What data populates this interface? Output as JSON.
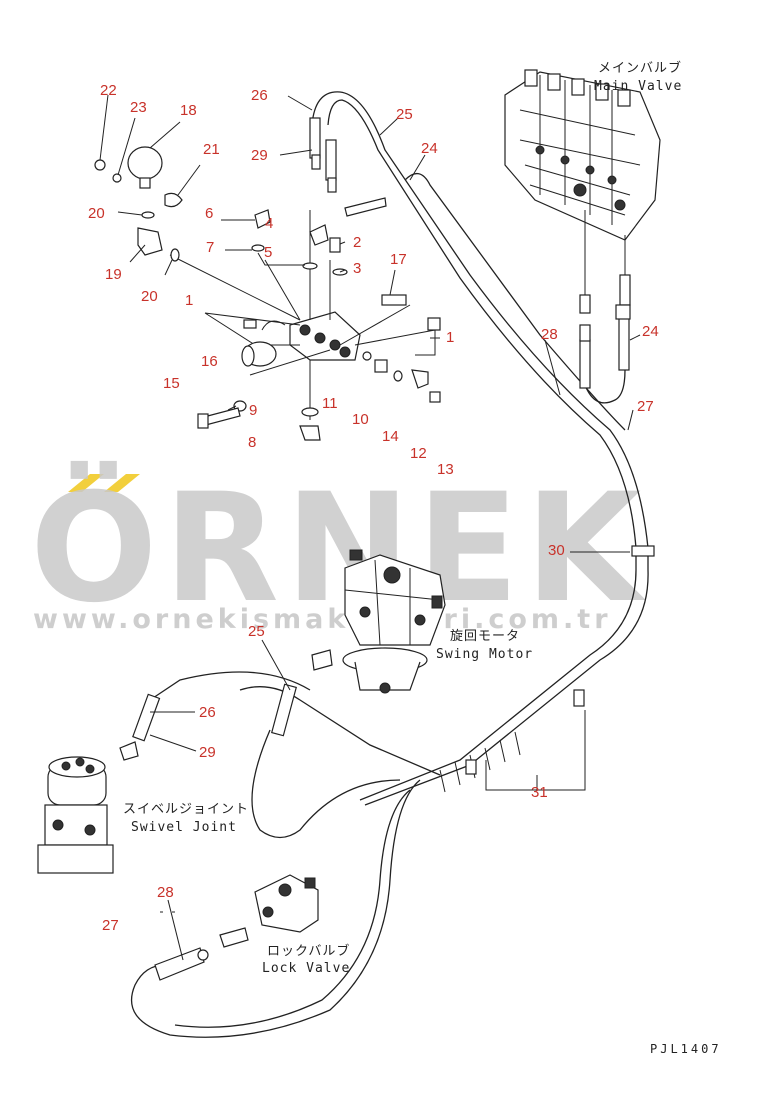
{
  "callouts": [
    {
      "id": "c22",
      "text": "22"
    },
    {
      "id": "c23",
      "text": "23"
    },
    {
      "id": "c18",
      "text": "18"
    },
    {
      "id": "c21",
      "text": "21"
    },
    {
      "id": "c20a",
      "text": "20"
    },
    {
      "id": "c6",
      "text": "6"
    },
    {
      "id": "c4",
      "text": "4"
    },
    {
      "id": "c19",
      "text": "19"
    },
    {
      "id": "c7",
      "text": "7"
    },
    {
      "id": "c5",
      "text": "5"
    },
    {
      "id": "c2",
      "text": "2"
    },
    {
      "id": "c3",
      "text": "3"
    },
    {
      "id": "c20b",
      "text": "20"
    },
    {
      "id": "c17",
      "text": "17"
    },
    {
      "id": "c1a",
      "text": "1"
    },
    {
      "id": "c1b",
      "text": "1"
    },
    {
      "id": "c16",
      "text": "16"
    },
    {
      "id": "c15",
      "text": "15"
    },
    {
      "id": "c9",
      "text": "9"
    },
    {
      "id": "c11",
      "text": "11"
    },
    {
      "id": "c10",
      "text": "10"
    },
    {
      "id": "c14",
      "text": "14"
    },
    {
      "id": "c12",
      "text": "12"
    },
    {
      "id": "c13",
      "text": "13"
    },
    {
      "id": "c8",
      "text": "8"
    },
    {
      "id": "c26a",
      "text": "26"
    },
    {
      "id": "c29a",
      "text": "29"
    },
    {
      "id": "c25a",
      "text": "25"
    },
    {
      "id": "c24a",
      "text": "24"
    },
    {
      "id": "c28a",
      "text": "28"
    },
    {
      "id": "c24b",
      "text": "24"
    },
    {
      "id": "c27a",
      "text": "27"
    },
    {
      "id": "c30",
      "text": "30"
    },
    {
      "id": "c25b",
      "text": "25"
    },
    {
      "id": "c26b",
      "text": "26"
    },
    {
      "id": "c29b",
      "text": "29"
    },
    {
      "id": "c31",
      "text": "31"
    },
    {
      "id": "c28b",
      "text": "28"
    },
    {
      "id": "c27b",
      "text": "27"
    }
  ],
  "labels": {
    "main_valve_jp": "メインバルブ",
    "main_valve_en": "Main Valve",
    "swing_motor_jp": "旋回モータ",
    "swing_motor_en": "Swing Motor",
    "swivel_joint_jp": "スイベルジョイント",
    "swivel_joint_en": "Swivel Joint",
    "lock_valve_jp": "ロックバルブ",
    "lock_valve_en": "Lock Valve"
  },
  "watermark": {
    "brand": "ÖRNEK",
    "url": "www.ornekismakinalari.com.tr",
    "color": "#c9c9c9",
    "accent": "#f2cf3c"
  },
  "drawing_code": "PJL1407",
  "colors": {
    "callout": "#c8322a",
    "line": "#222222"
  }
}
